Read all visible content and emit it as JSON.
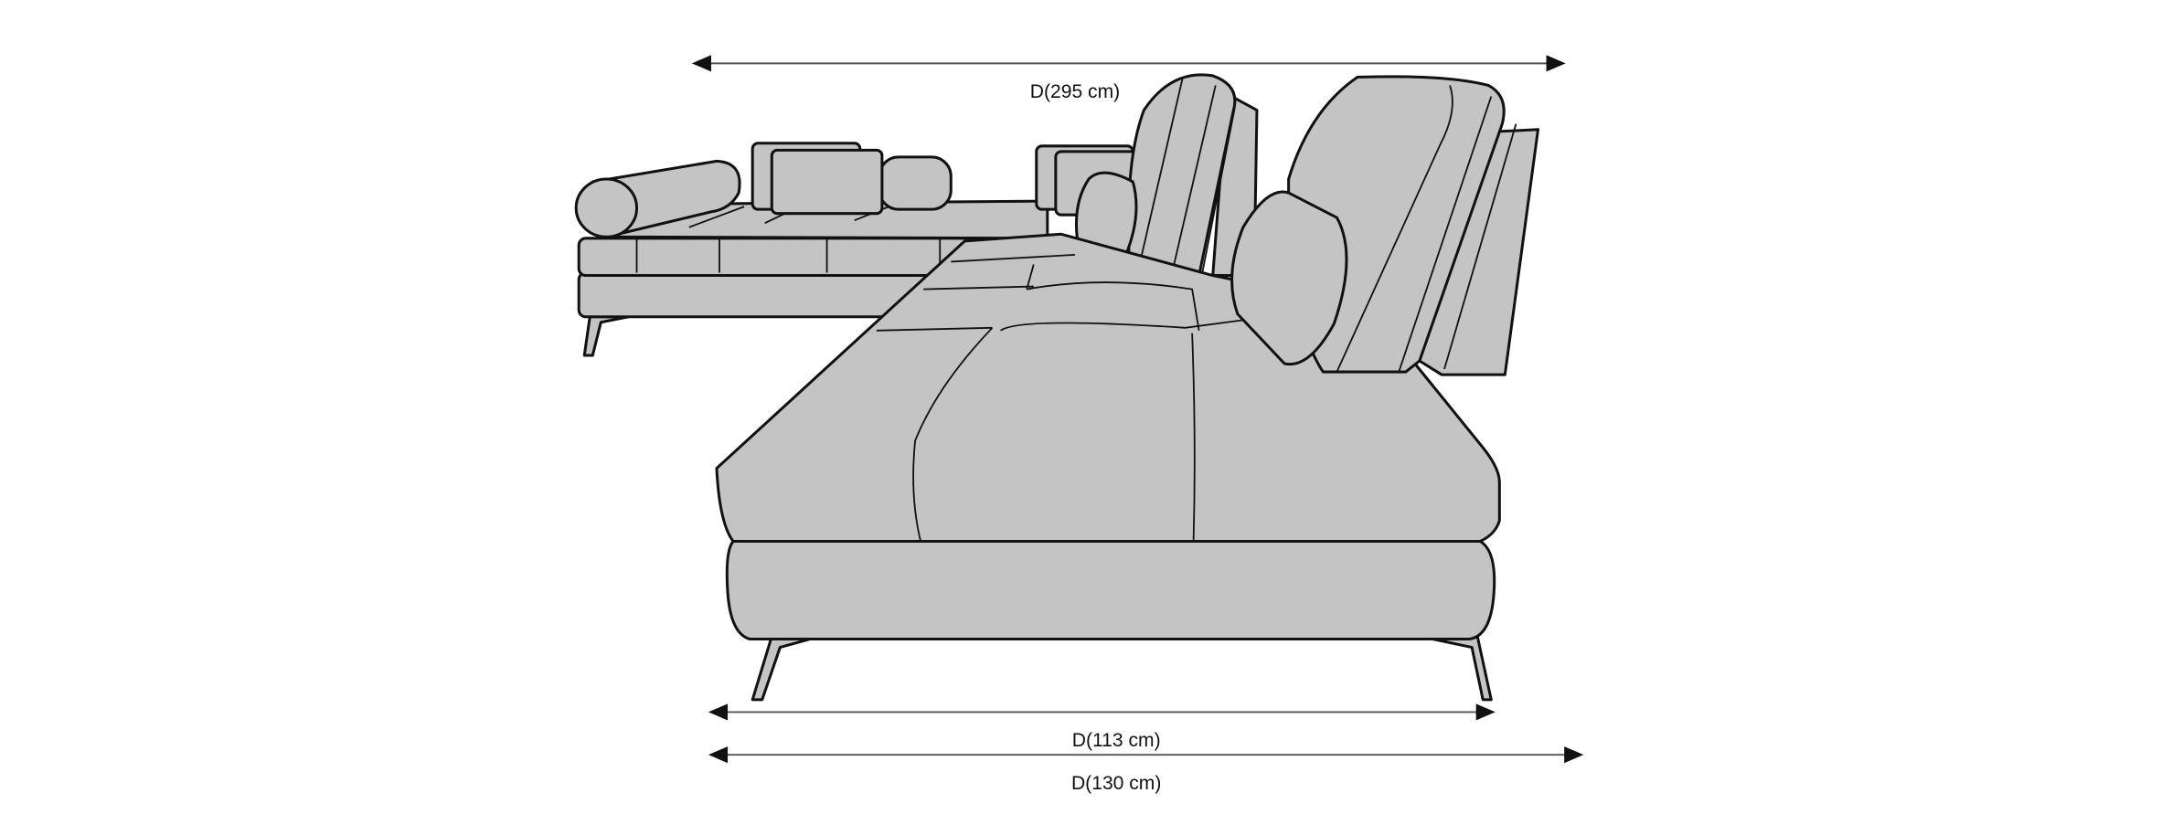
{
  "dimensions": {
    "overall_depth": "D(295 cm)",
    "seat_depth": "D(113 cm)",
    "total_depth": "D(130 cm)"
  },
  "colors": {
    "upholstery": "#c4c4c4",
    "outline": "#111111"
  }
}
